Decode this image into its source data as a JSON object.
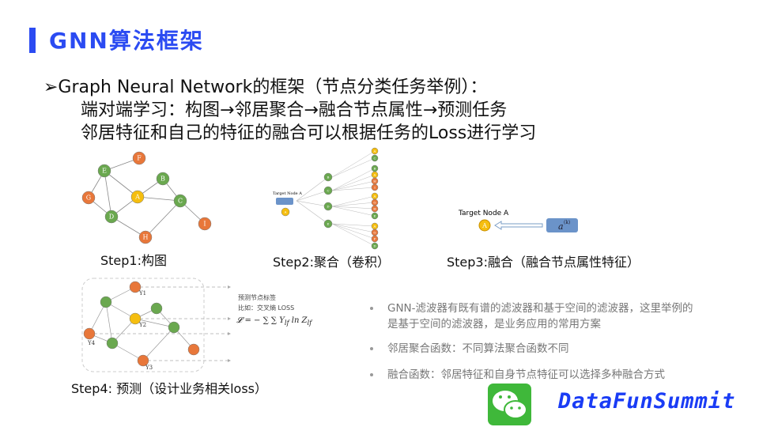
{
  "title": "GNN算法框架",
  "lines": [
    "➢Graph Neural Network的框架（节点分类任务举例）：",
    "端对端学习：构图→邻居聚合→融合节点属性→预测任务",
    "邻居特征和自己的特征的融合可以根据任务的Loss进行学习"
  ],
  "steps": {
    "step1": "Step1:构图",
    "step2": "Step2:聚合（卷积）",
    "step3": "Step3:融合（融合节点属性特征）",
    "step4": "Step4: 预测（设计业务相关loss）"
  },
  "step2_target": "Target Node A",
  "step3_target": "Target Node A",
  "step4_text": [
    "预测节点标签",
    "比如：交叉熵 LOSS"
  ],
  "bullets": [
    "GNN-滤波器有既有谱的滤波器和基于空间的滤波器，这里举例的是基于空间的滤波器，是业务应用的常用方案",
    "邻居聚合函数：不同算法聚合函数不同",
    "融合函数：邻居特征和自身节点特征可以选择多种融合方式"
  ],
  "logo": "DataFunSummit",
  "colors": {
    "accent": "#2b4bf2",
    "green": "#6aa84f",
    "orange": "#e8773a",
    "yellow": "#f5be0f"
  },
  "graph1": {
    "nodes": [
      [
        "F",
        "o",
        176,
        200
      ],
      [
        "E",
        "g",
        132,
        216
      ],
      [
        "B",
        "g",
        206,
        226
      ],
      [
        "G",
        "o",
        112,
        250
      ],
      [
        "A",
        "y",
        174,
        249
      ],
      [
        "C",
        "g",
        228,
        254
      ],
      [
        "D",
        "g",
        141,
        274
      ],
      [
        "I",
        "o",
        259,
        283
      ],
      [
        "H",
        "o",
        184,
        300
      ]
    ],
    "edges": [
      [
        "E",
        "F"
      ],
      [
        "E",
        "G"
      ],
      [
        "E",
        "D"
      ],
      [
        "E",
        "A"
      ],
      [
        "A",
        "B"
      ],
      [
        "A",
        "C"
      ],
      [
        "A",
        "D"
      ],
      [
        "B",
        "C"
      ],
      [
        "C",
        "H"
      ],
      [
        "C",
        "I"
      ],
      [
        "D",
        "H"
      ],
      [
        "G",
        "D"
      ]
    ]
  },
  "graph2": {
    "level1": [
      [
        "B",
        224
      ],
      [
        "C",
        241
      ],
      [
        "D",
        261
      ],
      [
        "E",
        283
      ]
    ],
    "leaves": [
      [
        "A",
        "y",
        191,
        0
      ],
      [
        "C",
        "g",
        200,
        0
      ],
      [
        "B",
        "g",
        213,
        1
      ],
      [
        "A",
        "y",
        221,
        1
      ],
      [
        "H",
        "o",
        229,
        1
      ],
      [
        "I",
        "o",
        237,
        1
      ],
      [
        "A",
        "y",
        248,
        2
      ],
      [
        "G",
        "o",
        256,
        2
      ],
      [
        "H",
        "o",
        264,
        2
      ],
      [
        "E",
        "g",
        273,
        2
      ],
      [
        "A",
        "y",
        286,
        3
      ],
      [
        "G",
        "o",
        294,
        3
      ],
      [
        "F",
        "o",
        302,
        3
      ],
      [
        "D",
        "g",
        311,
        3
      ]
    ]
  },
  "graph4": {
    "labels": [
      "Y1",
      "Y2",
      "Y3",
      "Y4"
    ]
  }
}
